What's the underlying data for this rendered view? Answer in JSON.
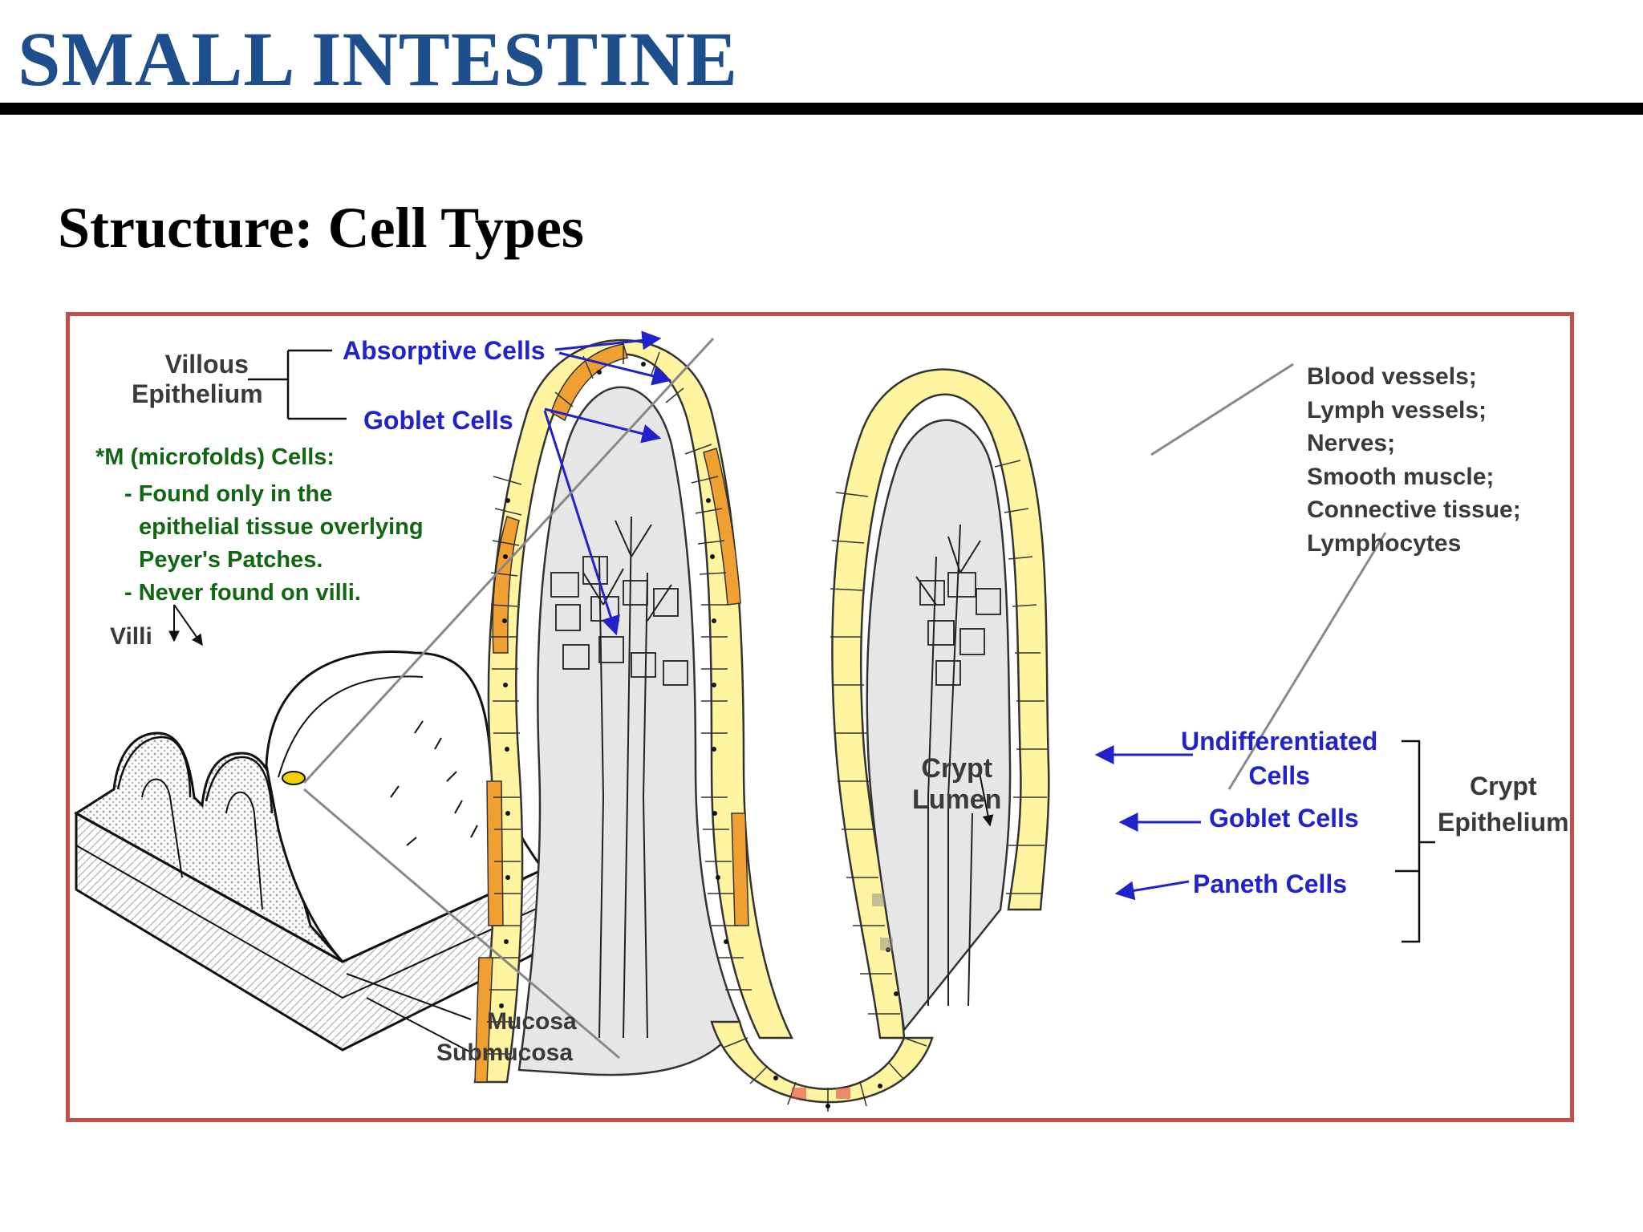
{
  "header": {
    "title": "SMALL INTESTINE",
    "subtitle": "Structure:  Cell Types"
  },
  "labels": {
    "villous_epithelium": [
      "Villous",
      "Epithelium"
    ],
    "absorptive_cells": "Absorptive Cells",
    "goblet_cells_villus": "Goblet Cells",
    "m_cells_title": "*M (microfolds) Cells:",
    "m_cells_notes": [
      "- Found only in the",
      "epithelial tissue overlying",
      "Peyer's Patches.",
      "- Never found on villi."
    ],
    "villi": "Villi",
    "mucosa": "Mucosa",
    "submucosa": "Submucosa",
    "core_contents": [
      "Blood vessels;",
      "Lymph vessels;",
      "Nerves;",
      "Smooth muscle;",
      "Connective tissue;",
      "Lymphocytes"
    ],
    "crypt_lumen": [
      "Crypt",
      "Lumen"
    ],
    "undifferentiated_cells": [
      "Undifferentiated",
      "Cells"
    ],
    "goblet_cells_crypt": "Goblet Cells",
    "paneth_cells": "Paneth Cells",
    "crypt_epithelium": [
      "Crypt",
      "Epithelium"
    ]
  },
  "colors": {
    "title": "#1f4e8c",
    "frame_border": "#c0504d",
    "absorptive_cell": "#fff5a0",
    "goblet_cell": "#f0a030",
    "core": "#e4e4e4",
    "label_blue": "#2222cc",
    "label_green": "#116611",
    "label_gray": "#3a3a3a"
  }
}
